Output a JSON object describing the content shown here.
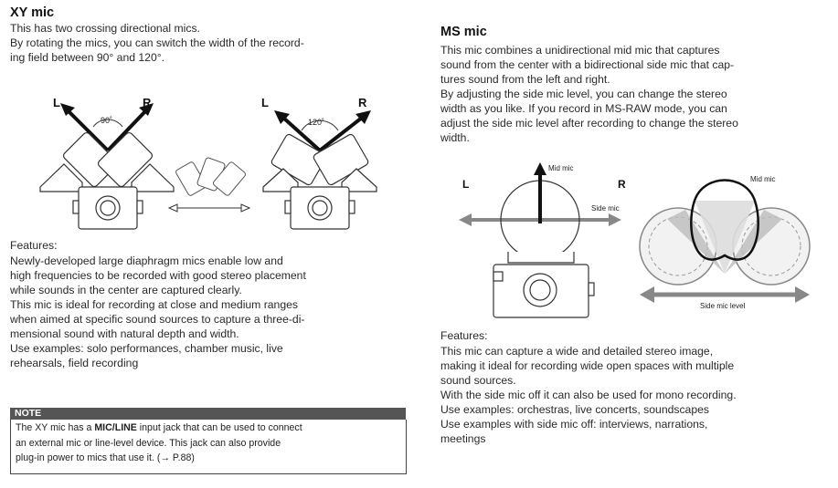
{
  "xy": {
    "title": "XY mic",
    "intro_1": "This has two crossing directional mics.",
    "intro_2": "By rotating the mics, you can switch the width of the record-",
    "intro_3": "ing field between 90° and 120°.",
    "diagram": {
      "left_label": "L",
      "right_label": "R",
      "angle_1": "90˚",
      "angle_2": "120˚"
    },
    "features_label": "Features:",
    "features": [
      "Newly-developed large diaphragm mics enable low and",
      "high frequencies to be recorded with good stereo placement",
      "while sounds in the center are captured clearly.",
      "This mic is ideal for recording at close and medium ranges",
      "when aimed at specific sound sources to capture a three-di-",
      "mensional sound with natural depth and width.",
      "Use examples: solo performances, chamber music, live",
      "rehearsals, field recording"
    ],
    "note": {
      "heading": "NOTE",
      "line1_pre": "The XY mic has a ",
      "line1_bold": "MIC/LINE",
      "line1_post": " input jack that can be used to connect",
      "line2": "an external mic or line-level device. This jack can also provide",
      "line3": "plug-in power to mics that use it. (→ P.88)"
    }
  },
  "ms": {
    "title": "MS mic",
    "intro": [
      "This mic combines a unidirectional mid mic that captures",
      "sound from the center with a bidirectional side mic that cap-",
      "tures sound from the left and right.",
      "By adjusting the side mic level, you can change the stereo",
      "width as you like. If you record in MS-RAW mode, you can",
      "adjust the side mic level after recording to change the stereo",
      "width."
    ],
    "diagram": {
      "left_label": "L",
      "right_label": "R",
      "mid_mic": "Mid mic",
      "side_mic": "Side mic",
      "mid_mic_2": "Mid mic",
      "side_mic_level": "Side mic level"
    },
    "features_label": "Features:",
    "features": [
      "This mic can capture a wide and detailed stereo image,",
      "making it ideal for recording wide open spaces with multiple",
      "sound sources.",
      "With the side mic off it can also be used for mono recording.",
      "Use examples: orchestras, live concerts, soundscapes",
      "Use examples with side mic off: interviews, narrations,",
      "meetings"
    ]
  }
}
